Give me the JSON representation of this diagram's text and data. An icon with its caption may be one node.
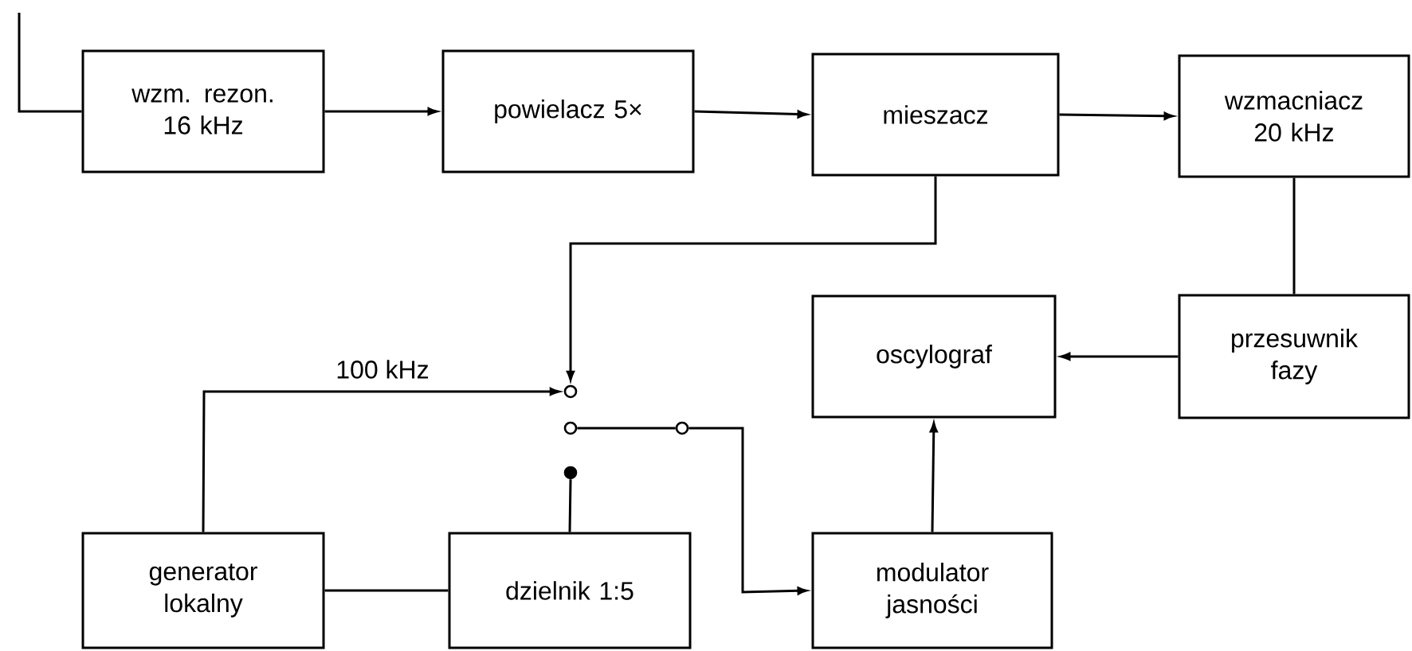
{
  "diagram": {
    "nodes": [
      {
        "text": [
          "wzm. rezon. 16 kHz"
        ]
      },
      {
        "text": [
          "powielacz 5×"
        ]
      },
      {
        "text": [
          "mieszacz"
        ]
      },
      {
        "text": [
          "wzmacniacz 20 kHz"
        ]
      },
      {
        "text": [
          "oscylograf"
        ]
      },
      {
        "text": [
          "przesuwnik fazy"
        ]
      },
      {
        "text": [
          "generator lokalny"
        ]
      },
      {
        "text": [
          "dzielnik 1:5"
        ]
      },
      {
        "text": [
          "modulator jasności"
        ]
      },
      {
        "text": [],
        "shape": "circle"
      },
      {
        "text": [],
        "shape": "circle"
      },
      {
        "text": [],
        "shape": "circle"
      },
      {
        "text": [],
        "shape": "circle"
      }
    ],
    "edges": [
      {
        "from": null,
        "to": 0,
        "arrow": "none"
      },
      {
        "from": 0,
        "to": 1,
        "arrow": "to"
      },
      {
        "from": 1,
        "to": 2,
        "arrow": "to"
      },
      {
        "from": 2,
        "to": 3,
        "arrow": "to"
      },
      {
        "from": 3,
        "to": 5,
        "arrow": "none"
      },
      {
        "from": 5,
        "to": 4,
        "arrow": "to"
      },
      {
        "from": 2,
        "to": 9,
        "arrow": "to"
      },
      {
        "from": 6,
        "to": 9,
        "arrow": "to",
        "label": "100 kHz"
      },
      {
        "from": 10,
        "to": 11,
        "arrow": "none"
      },
      {
        "from": 11,
        "to": 8,
        "arrow": "to"
      },
      {
        "from": 7,
        "to": 12,
        "arrow": "none"
      },
      {
        "from": 6,
        "to": 7,
        "arrow": "none"
      },
      {
        "from": 8,
        "to": 4,
        "arrow": "to"
      }
    ]
  }
}
